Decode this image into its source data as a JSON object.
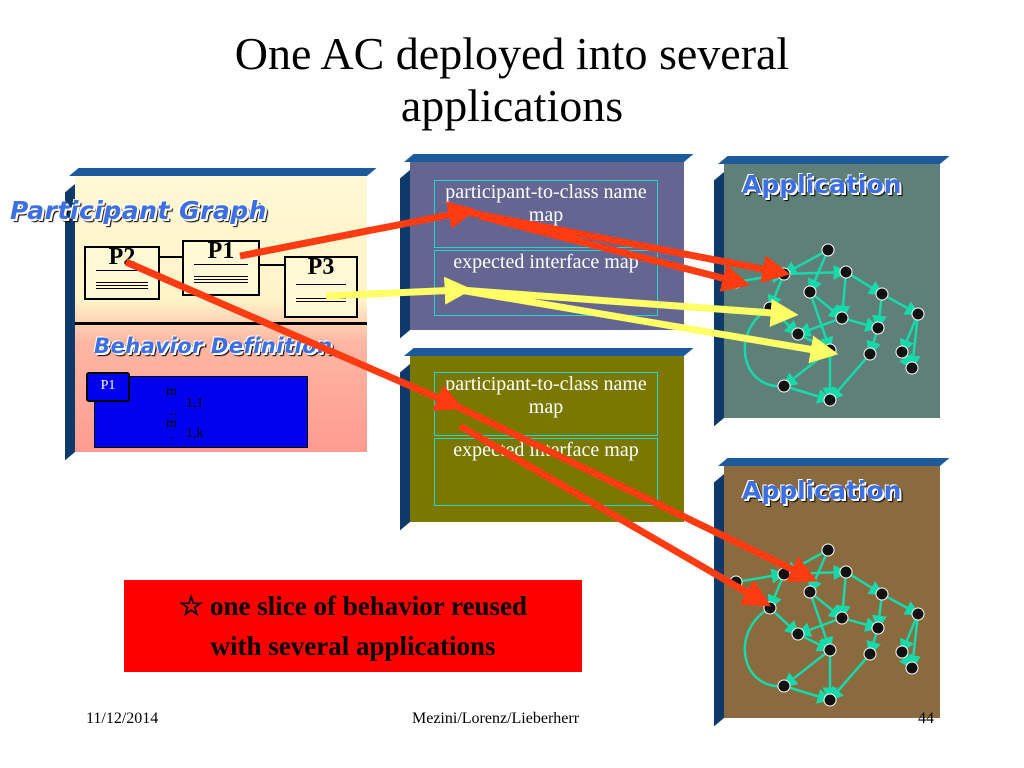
{
  "title": {
    "line1": "One AC deployed into several",
    "line2": "applications"
  },
  "participant_graph": {
    "title": "Participant Graph",
    "participants": [
      "P2",
      "P1",
      "P3"
    ]
  },
  "behavior_definition": {
    "title": "Behavior Definition",
    "tab": "P1",
    "method_a_letter": "m",
    "method_a_sub": "1,1",
    "dots": "..",
    "method_b_letter": "m",
    "method_b_sub": "1,k",
    "method_b_dot": "."
  },
  "maps": [
    {
      "participant_map": "participant-to-class name map",
      "interface_map": "expected interface map"
    },
    {
      "participant_map": "participant-to-class name map",
      "interface_map": "expected interface map"
    }
  ],
  "applications": [
    {
      "title": "Application"
    },
    {
      "title": "Application"
    }
  ],
  "note": {
    "star": "☆",
    "line1": "one slice of behavior reused",
    "line2": "with several applications"
  },
  "footer": {
    "date": "11/12/2014",
    "authors": "Mezini/Lorenz/Lieberherr",
    "page": "44"
  },
  "colors": {
    "arrow_red": "#ff3b12",
    "arrow_yellow": "#ffff66",
    "node_edge": "#17d9a9",
    "node_fill": "#111111"
  }
}
